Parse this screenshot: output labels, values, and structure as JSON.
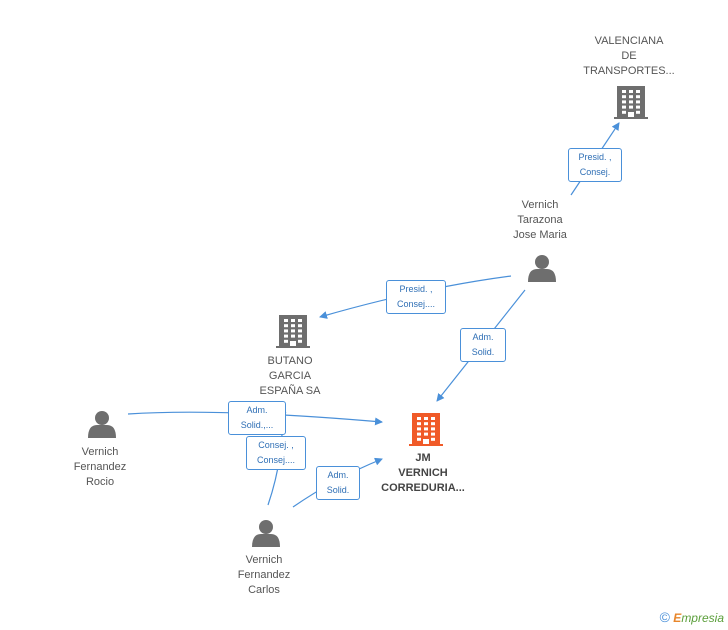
{
  "nodes": {
    "valenciana": {
      "lines": [
        "VALENCIANA",
        "DE",
        "TRANSPORTES..."
      ],
      "kind": "company"
    },
    "vernich_tarazona": {
      "lines": [
        "Vernich",
        "Tarazona",
        "Jose Maria"
      ],
      "kind": "person"
    },
    "butano": {
      "lines": [
        "BUTANO",
        "GARCIA",
        "ESPAÑA SA"
      ],
      "kind": "company"
    },
    "vernich_rocio": {
      "lines": [
        "Vernich",
        "Fernandez",
        "Rocio"
      ],
      "kind": "person"
    },
    "jm_vernich": {
      "lines": [
        "JM",
        "VERNICH",
        "CORREDURIA..."
      ],
      "kind": "company",
      "focus": true
    },
    "vernich_carlos": {
      "lines": [
        "Vernich",
        "Fernandez",
        "Carlos"
      ],
      "kind": "person"
    }
  },
  "edges": [
    {
      "id": "e1",
      "from": "vernich_tarazona",
      "to": "valenciana",
      "lines": [
        "Presid. ,",
        "Consej."
      ]
    },
    {
      "id": "e2",
      "from": "vernich_tarazona",
      "to": "butano",
      "lines": [
        "Presid. ,",
        "Consej...."
      ]
    },
    {
      "id": "e3",
      "from": "vernich_tarazona",
      "to": "jm_vernich",
      "lines": [
        "Adm.",
        "Solid."
      ]
    },
    {
      "id": "e4",
      "from": "vernich_rocio",
      "to": "jm_vernich",
      "lines": [
        "Adm.",
        "Solid.,..."
      ]
    },
    {
      "id": "e5",
      "from": "vernich_carlos",
      "to": "butano",
      "lines": [
        "Consej. ,",
        "Consej...."
      ]
    },
    {
      "id": "e6",
      "from": "vernich_carlos",
      "to": "jm_vernich",
      "lines": [
        "Adm.",
        "Solid."
      ]
    }
  ],
  "colors": {
    "edge": "#4a90d9",
    "company": "#6e6e6e",
    "person": "#6e6e6e",
    "focus": "#f05a28"
  },
  "brand": {
    "symbol": "©",
    "initial": "E",
    "rest": "mpresia"
  }
}
